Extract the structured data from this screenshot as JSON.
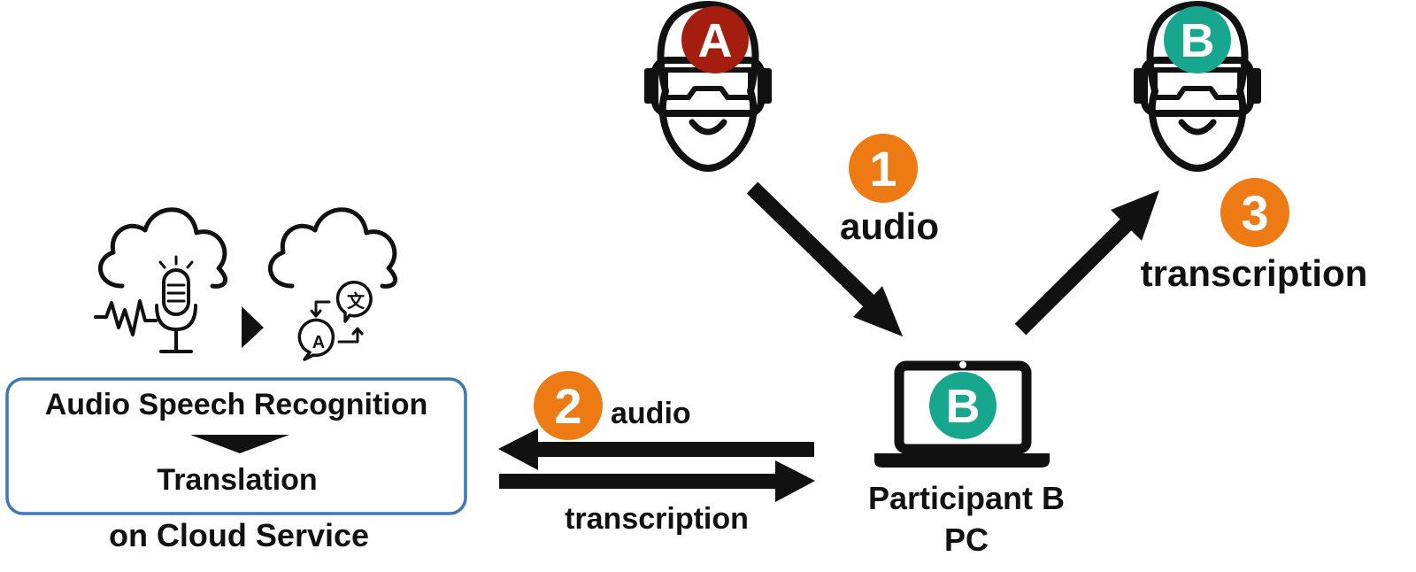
{
  "participants": {
    "a": {
      "badge": "A"
    },
    "b": {
      "badge": "B"
    }
  },
  "pc": {
    "badge": "B",
    "caption_line1": "Participant B",
    "caption_line2": "PC"
  },
  "steps": [
    {
      "number": "1",
      "label": "audio"
    },
    {
      "number": "2",
      "label": "audio"
    },
    {
      "number": "3",
      "label": "transcription"
    }
  ],
  "return_label": "transcription",
  "cloud": {
    "speech_icon": "cloud-microphone-icon",
    "translate_icon": "cloud-translate-icon",
    "translate_glyph_top": "文",
    "translate_glyph_bottom": "A",
    "box_line1": "Audio Speech Recognition",
    "box_line2": "Translation",
    "caption": "on Cloud Service"
  },
  "colors": {
    "badge_a": "#A51D0F",
    "badge_b": "#17A68E",
    "step_orange": "#EE7A14",
    "box_border": "#3E78B2",
    "ink": "#111111"
  }
}
